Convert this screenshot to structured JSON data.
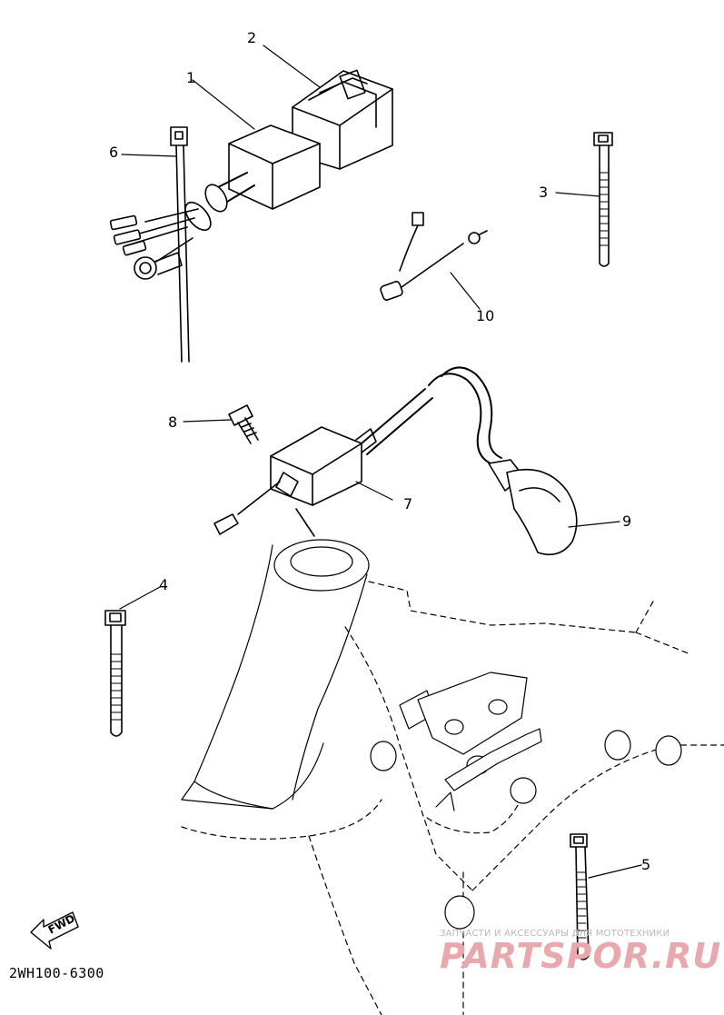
{
  "callouts": {
    "c1": "1",
    "c2": "2",
    "c3": "3",
    "c4": "4",
    "c5": "5",
    "c6": "6",
    "c7": "7",
    "c8": "8",
    "c9": "9",
    "c10": "10"
  },
  "diagram_code": "2WH100-6300",
  "fwd_label": "FWD",
  "watermark": {
    "subtitle": "ЗАПЧАСТИ И АКСЕССУАРЫ ДЛЯ МОТОТЕХНИКИ",
    "brand": "PARTSPOR.RU"
  }
}
